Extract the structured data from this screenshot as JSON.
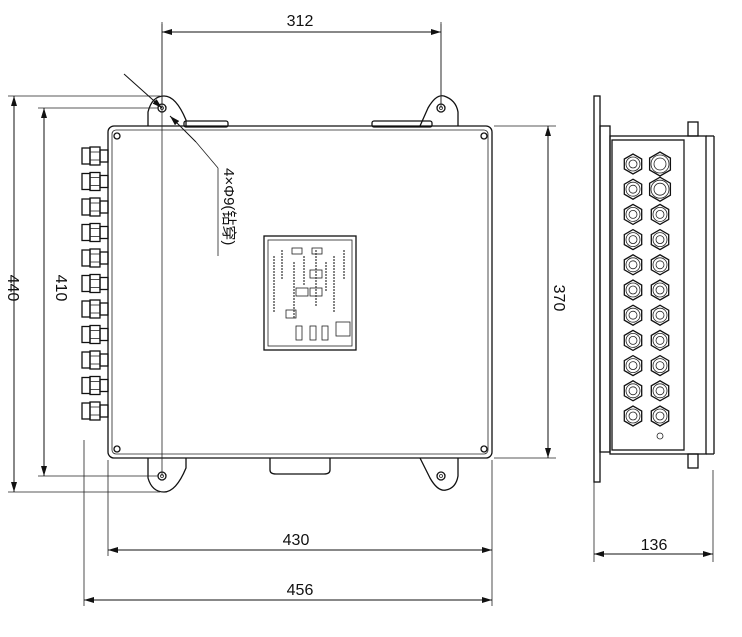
{
  "dimensions": {
    "top_width": "312",
    "outer_height": "440",
    "hole_height": "410",
    "body_height": "370",
    "body_width": "430",
    "overall_width": "456",
    "side_depth": "136"
  },
  "hole_note": "4×Φ9(钻穿)"
}
